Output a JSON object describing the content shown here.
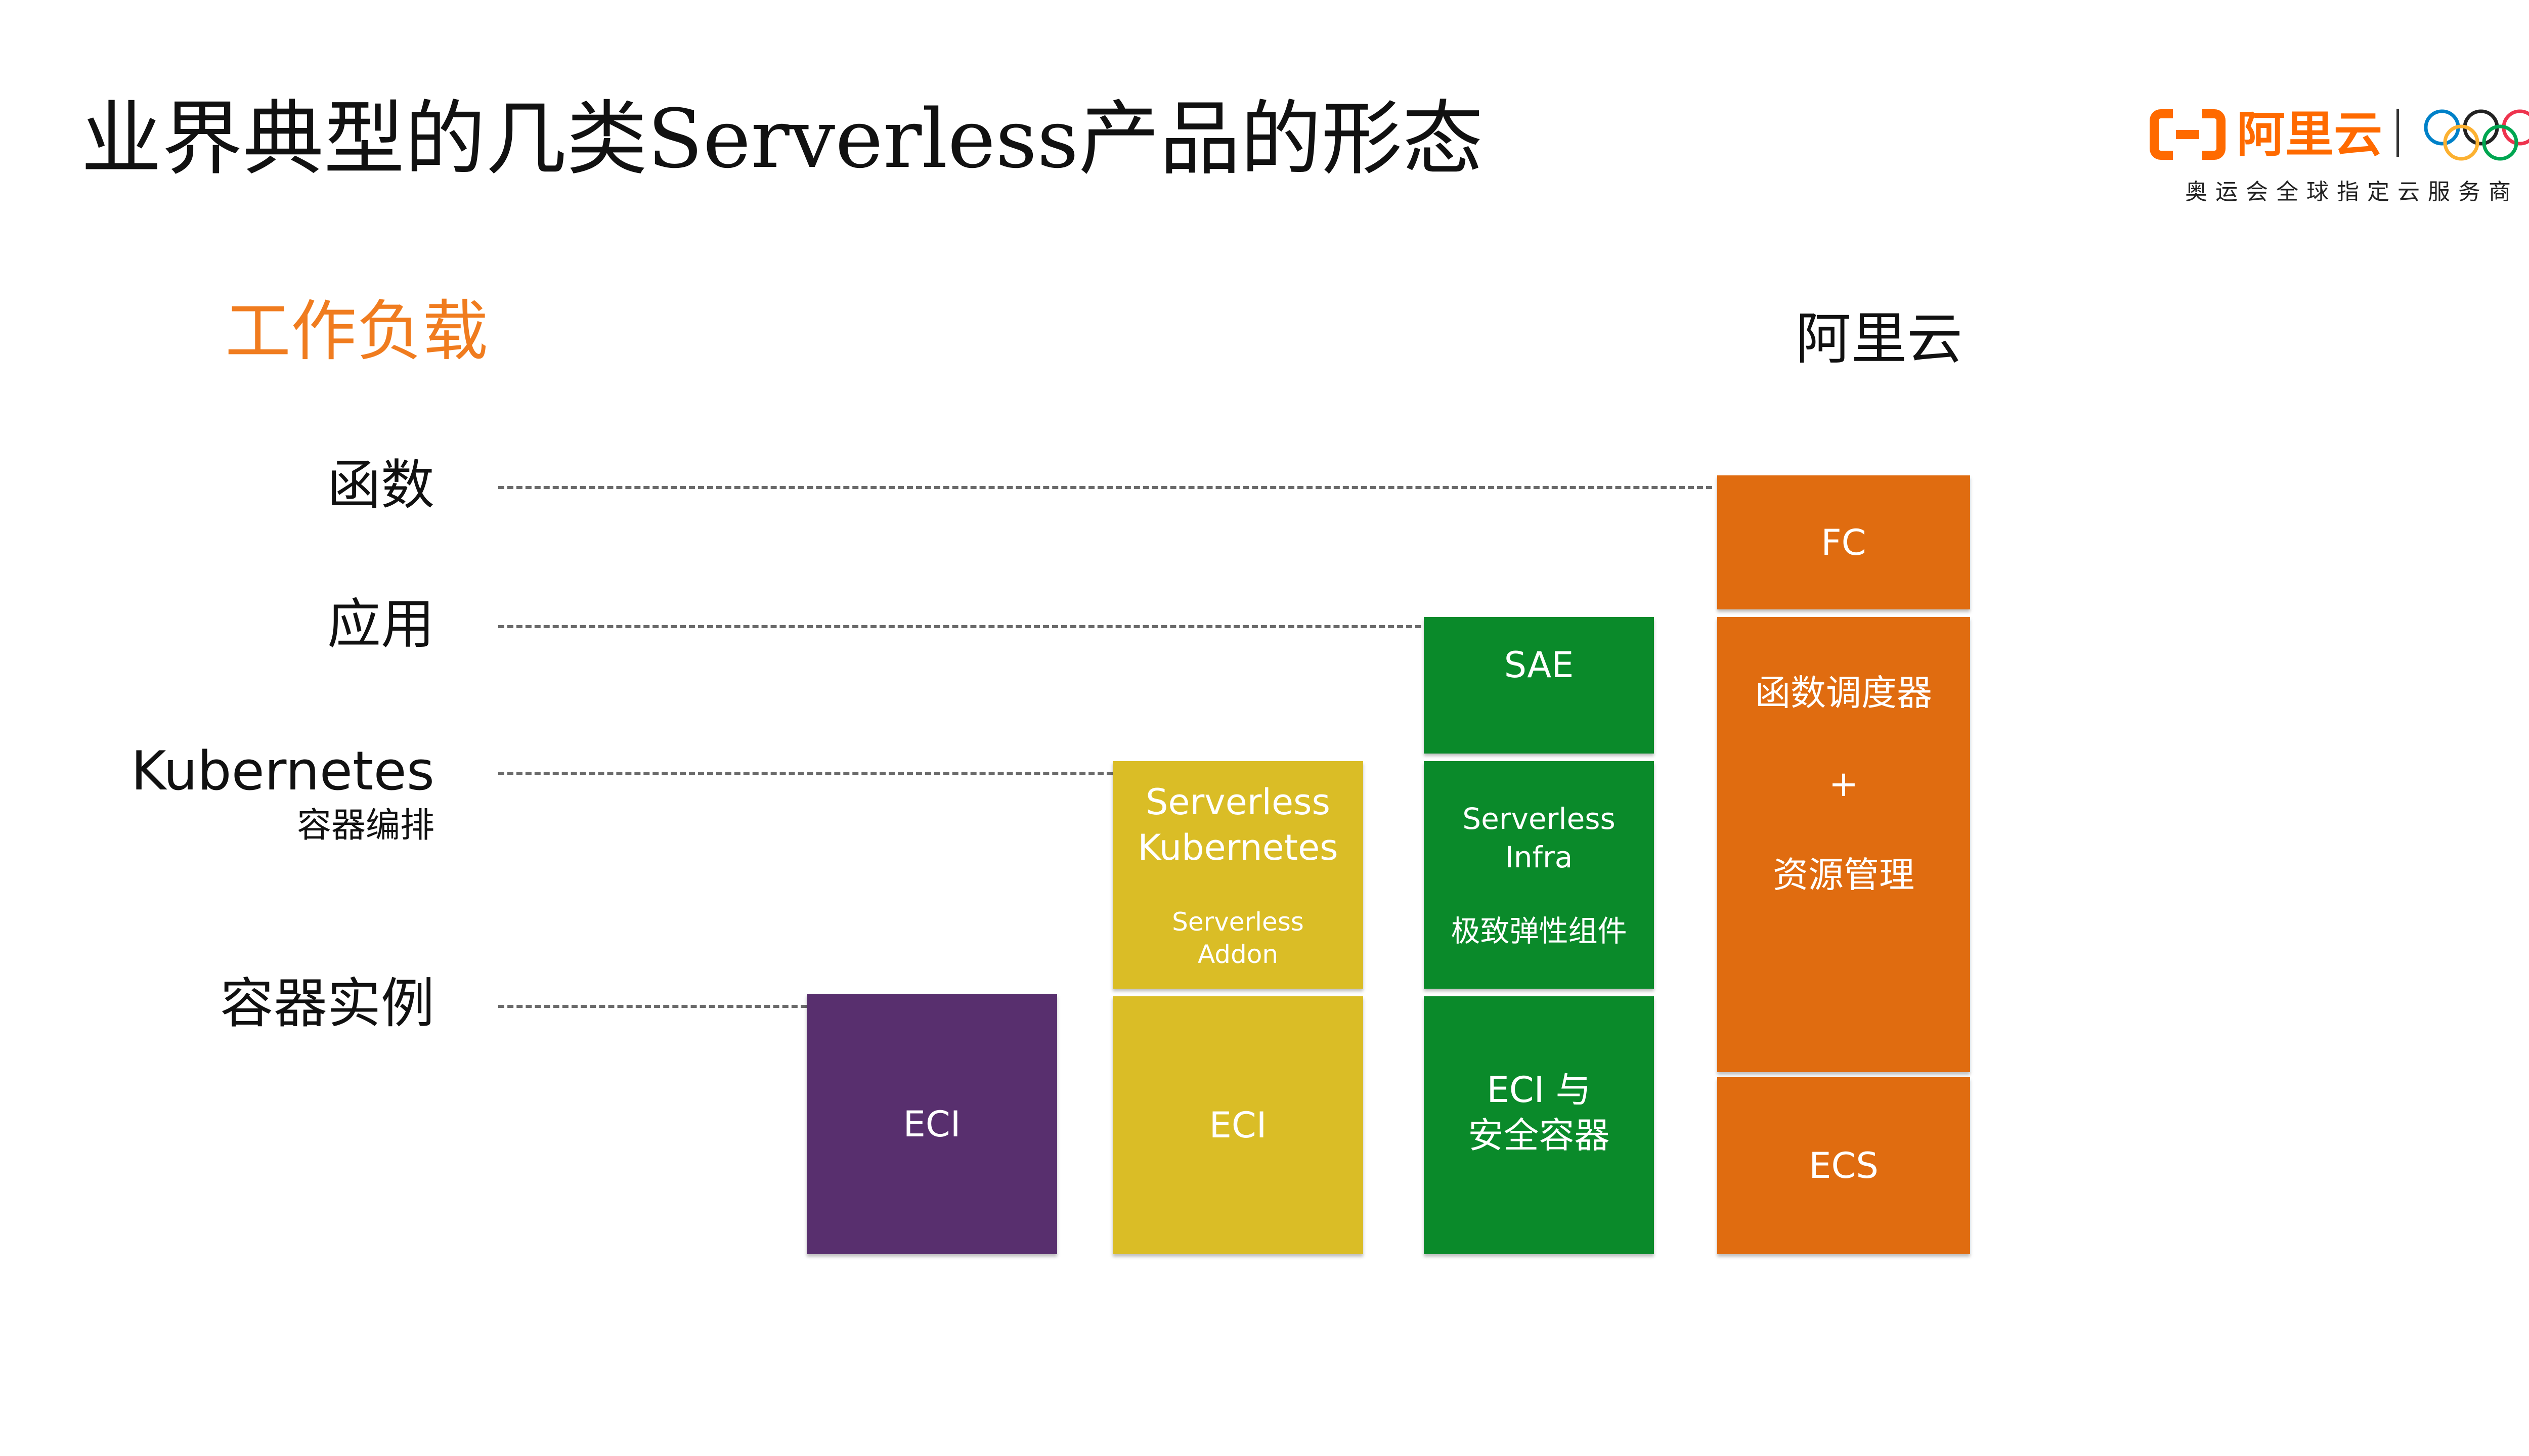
{
  "slide": {
    "title": "业界典型的几类Serverless产品的形态"
  },
  "brand": {
    "name": "阿里云",
    "subtitle": "奥运会全球指定云服务商",
    "accent_color": "#ff6a00",
    "icons": [
      "aliyun-logo-icon",
      "olympic-rings-icon"
    ]
  },
  "diagram": {
    "section_title": "工作负载",
    "provider_title": "阿里云",
    "rows": {
      "function": "函数",
      "application": "应用",
      "kubernetes": "Kubernetes",
      "kubernetes_sub": "容器编排",
      "container": "容器实例"
    },
    "columns": [
      {
        "color": "#582f6e",
        "blocks": [
          {
            "label": "ECI"
          }
        ]
      },
      {
        "color": "#dabd26",
        "blocks": [
          {
            "label": "Serverless\nKubernetes",
            "sub": "Serverless\nAddon"
          },
          {
            "label": "ECI"
          }
        ]
      },
      {
        "color": "#0a8a2a",
        "blocks": [
          {
            "label": "SAE"
          },
          {
            "label": "Serverless\nInfra",
            "sub": "极致弹性组件"
          },
          {
            "label": "ECI 与\n安全容器"
          }
        ]
      },
      {
        "color": "#e06c10",
        "blocks": [
          {
            "label": "FC"
          },
          {
            "label": "函数调度器",
            "mid": "+",
            "sub": "资源管理"
          },
          {
            "label": "ECS"
          }
        ]
      }
    ]
  }
}
